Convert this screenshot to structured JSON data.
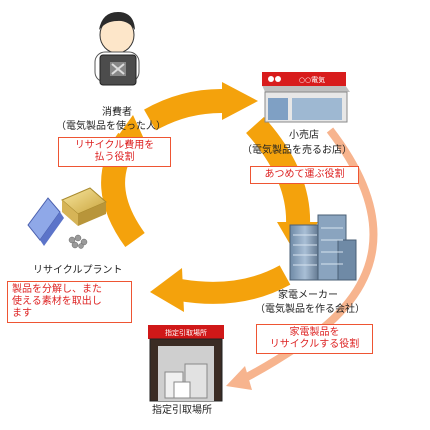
{
  "nodes": {
    "consumer": {
      "title": "消費者",
      "subtitle": "（電気製品を使った人）",
      "role": "リサイクル費用を\n払う役割"
    },
    "retailer": {
      "title": "小売店",
      "subtitle": "（電気製品を売るお店）",
      "role": "あつめて運ぶ役割"
    },
    "maker": {
      "title": "家電メーカー",
      "subtitle": "（電気製品を作る会社）",
      "role": "家電製品を\nリサイクルする役割"
    },
    "plant": {
      "title": "リサイクルプラント",
      "role": "製品を分解し、また\n使える素材を取出し\nます"
    },
    "collection_site": {
      "title": "指定引取場所",
      "sign_text": "指定引取場所"
    },
    "store_sign": "○○電気"
  },
  "colors": {
    "main_cycle_arrow": "#f4a20c",
    "side_arrow": "#f7b48e",
    "role_border": "#e85a30",
    "role_text": "#d42020"
  }
}
